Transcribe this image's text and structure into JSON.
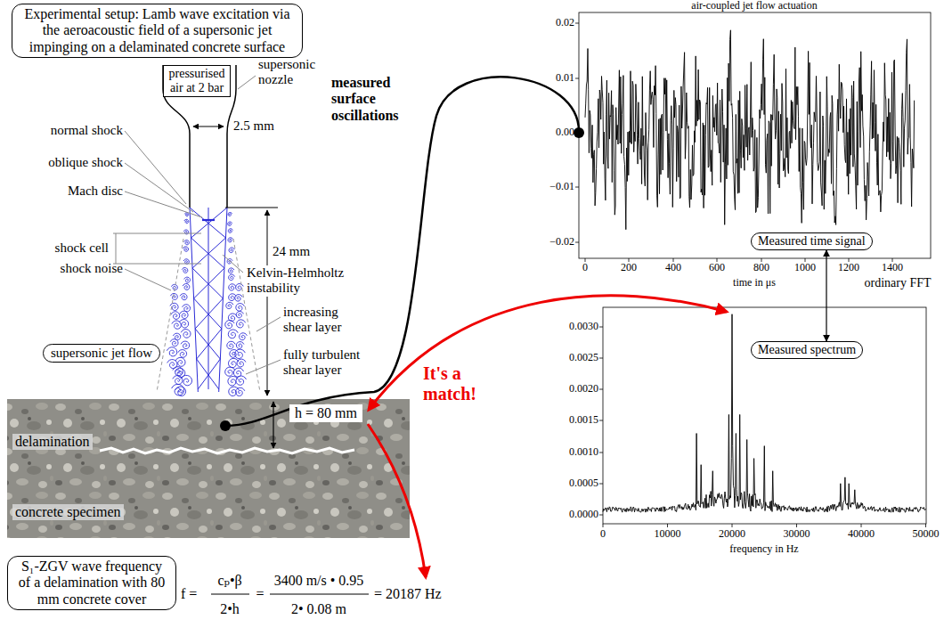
{
  "diagram": {
    "nodes": [
      {
        "text": [
          "Experimental setup: Lamb wave excitation via the aeroacoustic field of a supersonic jet impinging on a delaminated concrete surface"
        ]
      },
      {
        "text": [
          "pressurised air at 2 bar"
        ]
      },
      {
        "text": [
          "supersonic jet flow"
        ]
      },
      {
        "text": [
          "delamination",
          "concrete specimen"
        ]
      },
      {
        "text": [
          "h = 80 mm"
        ],
        "in": 3
      },
      {
        "text": [
          "Measured time signal"
        ]
      },
      {
        "text": [
          "Measured spectrum"
        ]
      },
      {
        "text": [
          "S₁-ZGV wave frequency of a delamination with 80 mm concrete cover"
        ]
      }
    ],
    "edges": [
      {
        "from": 5,
        "to": 6,
        "arrow": "both",
        "label": "ordinary FFT"
      }
    ],
    "labels": [
      "normal shock",
      "oblique shock",
      "Mach disc",
      "shock cell",
      "shock noise",
      "supersonic nozzle",
      "2.5 mm",
      "24 mm",
      "Kelvin-Helmholtz instability",
      "increasing shear layer",
      "fully turbulent shear layer",
      "measured surface oscillations",
      "It's a match!",
      "air-coupled jet flow actuation",
      "0.02",
      "0.01",
      "0.00",
      "−0.01",
      "−0.02",
      "0",
      "200",
      "400",
      "600",
      "800",
      "1000",
      "1200",
      "1400",
      "time in μs",
      "0.0030",
      "0.0025",
      "0.0020",
      "0.0015",
      "0.0010",
      "0.0005",
      "0.0000",
      "0",
      "10000",
      "20000",
      "30000",
      "40000",
      "50000",
      "frequency in Hz",
      "f =",
      "cₚ•β",
      "2•h",
      "=",
      "3400 m/s • 0.95",
      "2• 0.08 m",
      "= 20187 Hz"
    ]
  }
}
